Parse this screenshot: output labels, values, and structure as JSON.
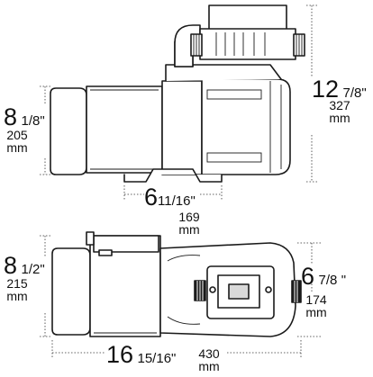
{
  "side_view": {
    "height_overall": {
      "whole": "12",
      "fraction": "7/8",
      "mark": "\"",
      "metric": "327",
      "unit": "mm"
    },
    "height_motor": {
      "whole": "8",
      "fraction": "1/8",
      "mark": "\"",
      "metric": "205",
      "unit": "mm"
    },
    "base_width": {
      "whole": "6",
      "fraction": "11/16",
      "mark": "\"",
      "metric": "169",
      "unit": "mm"
    }
  },
  "top_view": {
    "width_left": {
      "whole": "8",
      "fraction": "1/2",
      "mark": "\"",
      "metric": "215",
      "unit": "mm"
    },
    "width_right": {
      "whole": "6",
      "fraction": "7/8",
      "mark": "\"",
      "metric": "174",
      "unit": "mm"
    },
    "length_overall": {
      "whole": "16",
      "fraction": "15/16",
      "mark": "\"",
      "metric": "430",
      "unit": "mm"
    }
  }
}
